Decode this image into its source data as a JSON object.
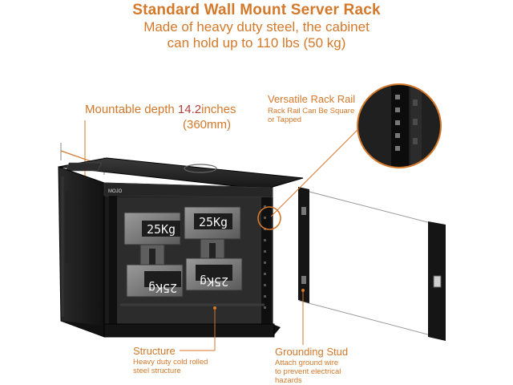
{
  "header": {
    "title": "Standard Wall Mount Server Rack",
    "subtitle_line1": "Made of heavy duty steel, the cabinet",
    "subtitle_line2": "can hold up to 110 lbs (50 kg)"
  },
  "callouts": {
    "depth": {
      "label": "Mountable depth ",
      "value": "14.2",
      "unit": "inches",
      "metric": "(360mm)"
    },
    "rack_rail": {
      "title": "Versatile Rack Rail",
      "desc_line1": "Rack Rail Can Be Square",
      "desc_line2": "or Tapped"
    },
    "structure": {
      "title": "Structure",
      "desc_line1": "Heavy duty cold rolled",
      "desc_line2": "steel structure"
    },
    "grounding": {
      "title": "Grounding Stud",
      "desc_line1": "Attach ground wire",
      "desc_line2": "to prevent electrical",
      "desc_line3": "hazards"
    }
  },
  "product": {
    "brand": "MOJO",
    "weight_labels": [
      "25Kg",
      "25Kg",
      "25Kg",
      "25Kg"
    ]
  },
  "colors": {
    "accent": "#d4782a",
    "cabinet": "#1a1a1a"
  }
}
